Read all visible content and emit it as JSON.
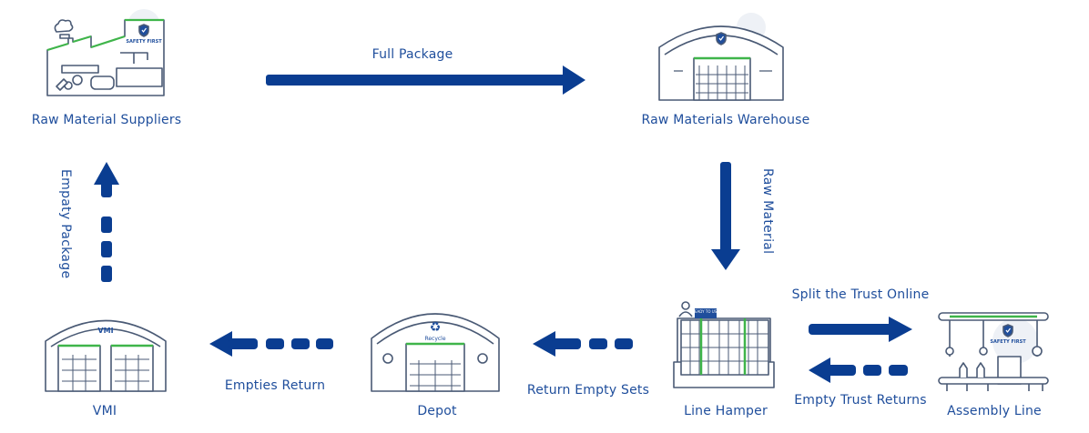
{
  "colors": {
    "arrow": "#0a3d91",
    "text": "#1f4e9c",
    "outline": "#4a5a75",
    "accent_green": "#3fb54a",
    "bg_blob": "#eef1f6"
  },
  "nodes": {
    "suppliers": {
      "label": "Raw Material Suppliers",
      "icon": "factory-icon",
      "badge": "SAFETY FIRST"
    },
    "warehouse": {
      "label": "Raw Materials Warehouse",
      "icon": "warehouse-icon"
    },
    "hamper": {
      "label": "Line Hamper",
      "icon": "hamper-rack-icon",
      "sign": "READY TO USE"
    },
    "assembly": {
      "label": "Assembly Line",
      "icon": "assembly-line-icon",
      "badge": "SAFETY FIRST"
    },
    "depot": {
      "label": "Depot",
      "icon": "depot-recycle-icon",
      "sign": "Recycle"
    },
    "vmi": {
      "label": "VMI",
      "icon": "vmi-warehouse-icon",
      "sign": "VMI"
    }
  },
  "flows": {
    "full_package": {
      "label": "Full Package",
      "style": "solid",
      "direction": "right"
    },
    "raw_material": {
      "label": "Raw Material",
      "style": "solid",
      "direction": "down"
    },
    "split_trust": {
      "label": "Split the Trust Online",
      "style": "solid",
      "direction": "right"
    },
    "empty_trust_returns": {
      "label": "Empty Trust Returns",
      "style": "dashed",
      "direction": "left"
    },
    "return_empty_sets": {
      "label": "Return Empty Sets",
      "style": "dashed",
      "direction": "left"
    },
    "empties_return": {
      "label": "Empties Return",
      "style": "dashed",
      "direction": "left"
    },
    "empty_package": {
      "label": "Empaty  Package",
      "style": "dashed",
      "direction": "up"
    }
  }
}
